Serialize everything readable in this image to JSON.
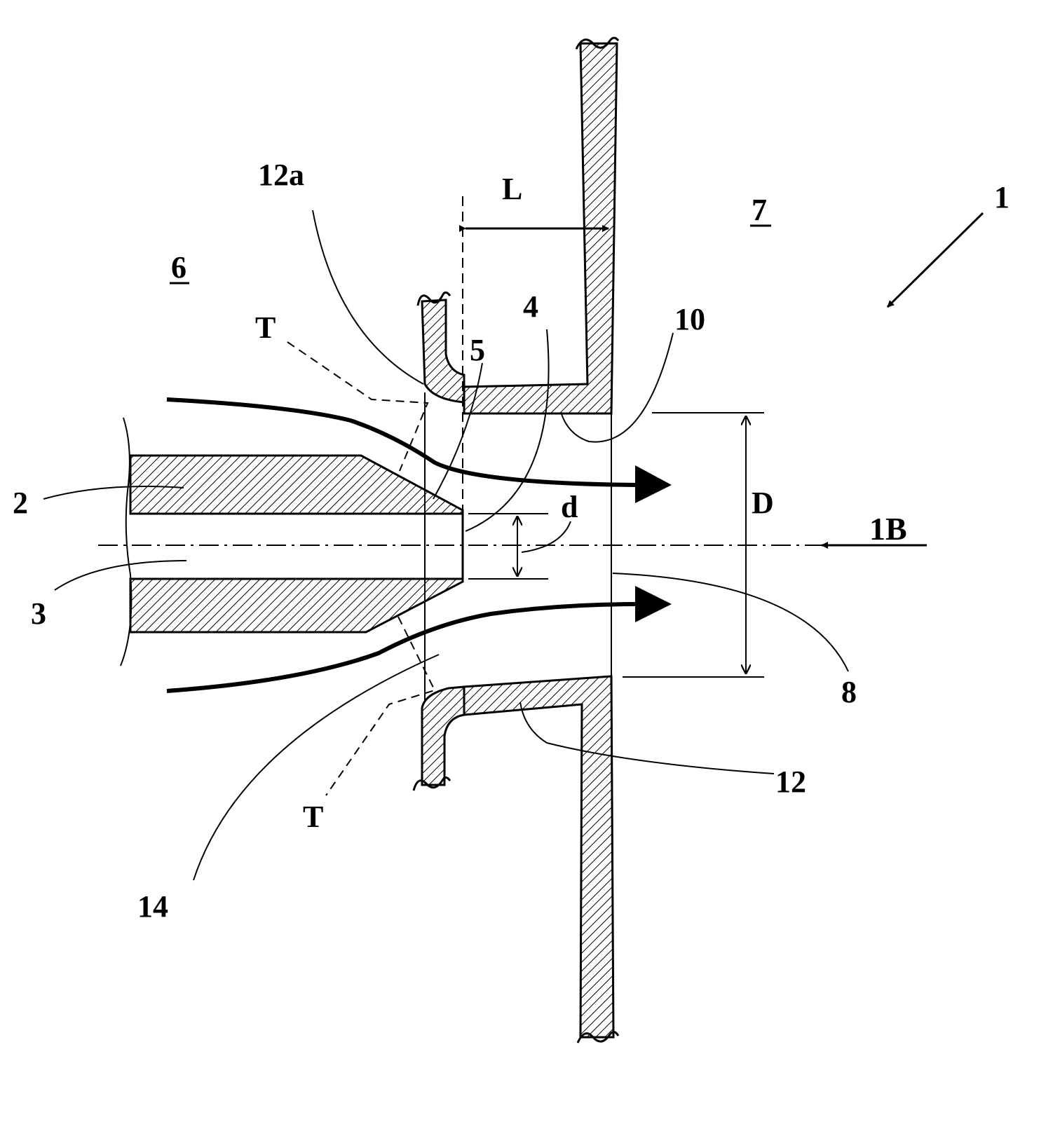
{
  "figure": {
    "labels": {
      "ref_1": "1",
      "ref_1b": "1B",
      "ref_2": "2",
      "ref_3": "3",
      "ref_4": "4",
      "ref_5": "5",
      "ref_6": "6",
      "ref_7": "7",
      "ref_8": "8",
      "ref_10": "10",
      "ref_12": "12",
      "ref_12a": "12a",
      "ref_14": "14",
      "t_upper": "T",
      "t_lower": "T",
      "dim_L": "L",
      "dim_D": "D",
      "dim_d": "d"
    },
    "colors": {
      "ink": "#000000",
      "background": "#ffffff"
    }
  }
}
